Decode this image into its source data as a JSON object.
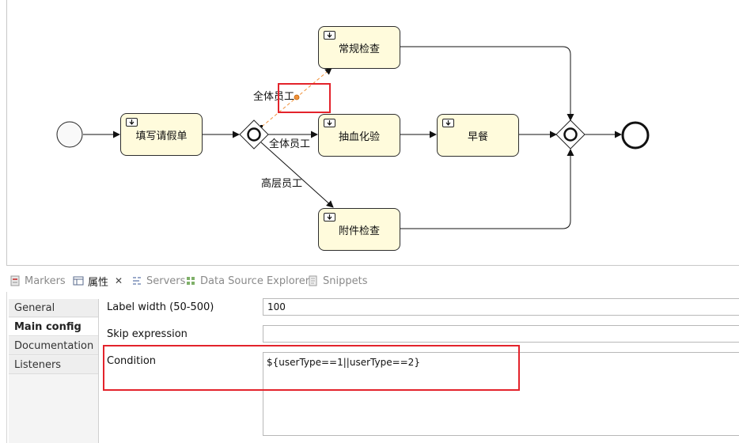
{
  "diagram": {
    "tasks": {
      "fill_leave": "填写请假单",
      "routine_check": "常规检查",
      "blood_test": "抽血化验",
      "breakfast": "早餐",
      "extra_check": "附件检查"
    },
    "flows": {
      "all_staff_top": "全体员工",
      "all_staff_mid": "全体员工",
      "senior_staff": "高层员工"
    }
  },
  "view_tabs": [
    {
      "label": "Markers",
      "icon": "markers-icon"
    },
    {
      "label": "属性",
      "icon": "properties-icon"
    },
    {
      "label": "Servers",
      "icon": "servers-icon"
    },
    {
      "label": "Data Source Explorer",
      "icon": "data-source-icon"
    },
    {
      "label": "Snippets",
      "icon": "snippets-icon"
    }
  ],
  "side_tabs": [
    {
      "label": "General"
    },
    {
      "label": "Main config"
    },
    {
      "label": "Documentation"
    },
    {
      "label": "Listeners"
    }
  ],
  "fields": {
    "label_width": {
      "label": "Label width (50-500)",
      "value": "100"
    },
    "skip_expression": {
      "label": "Skip expression",
      "value": ""
    },
    "condition": {
      "label": "Condition",
      "value": "${userType==1||userType==2}"
    }
  }
}
